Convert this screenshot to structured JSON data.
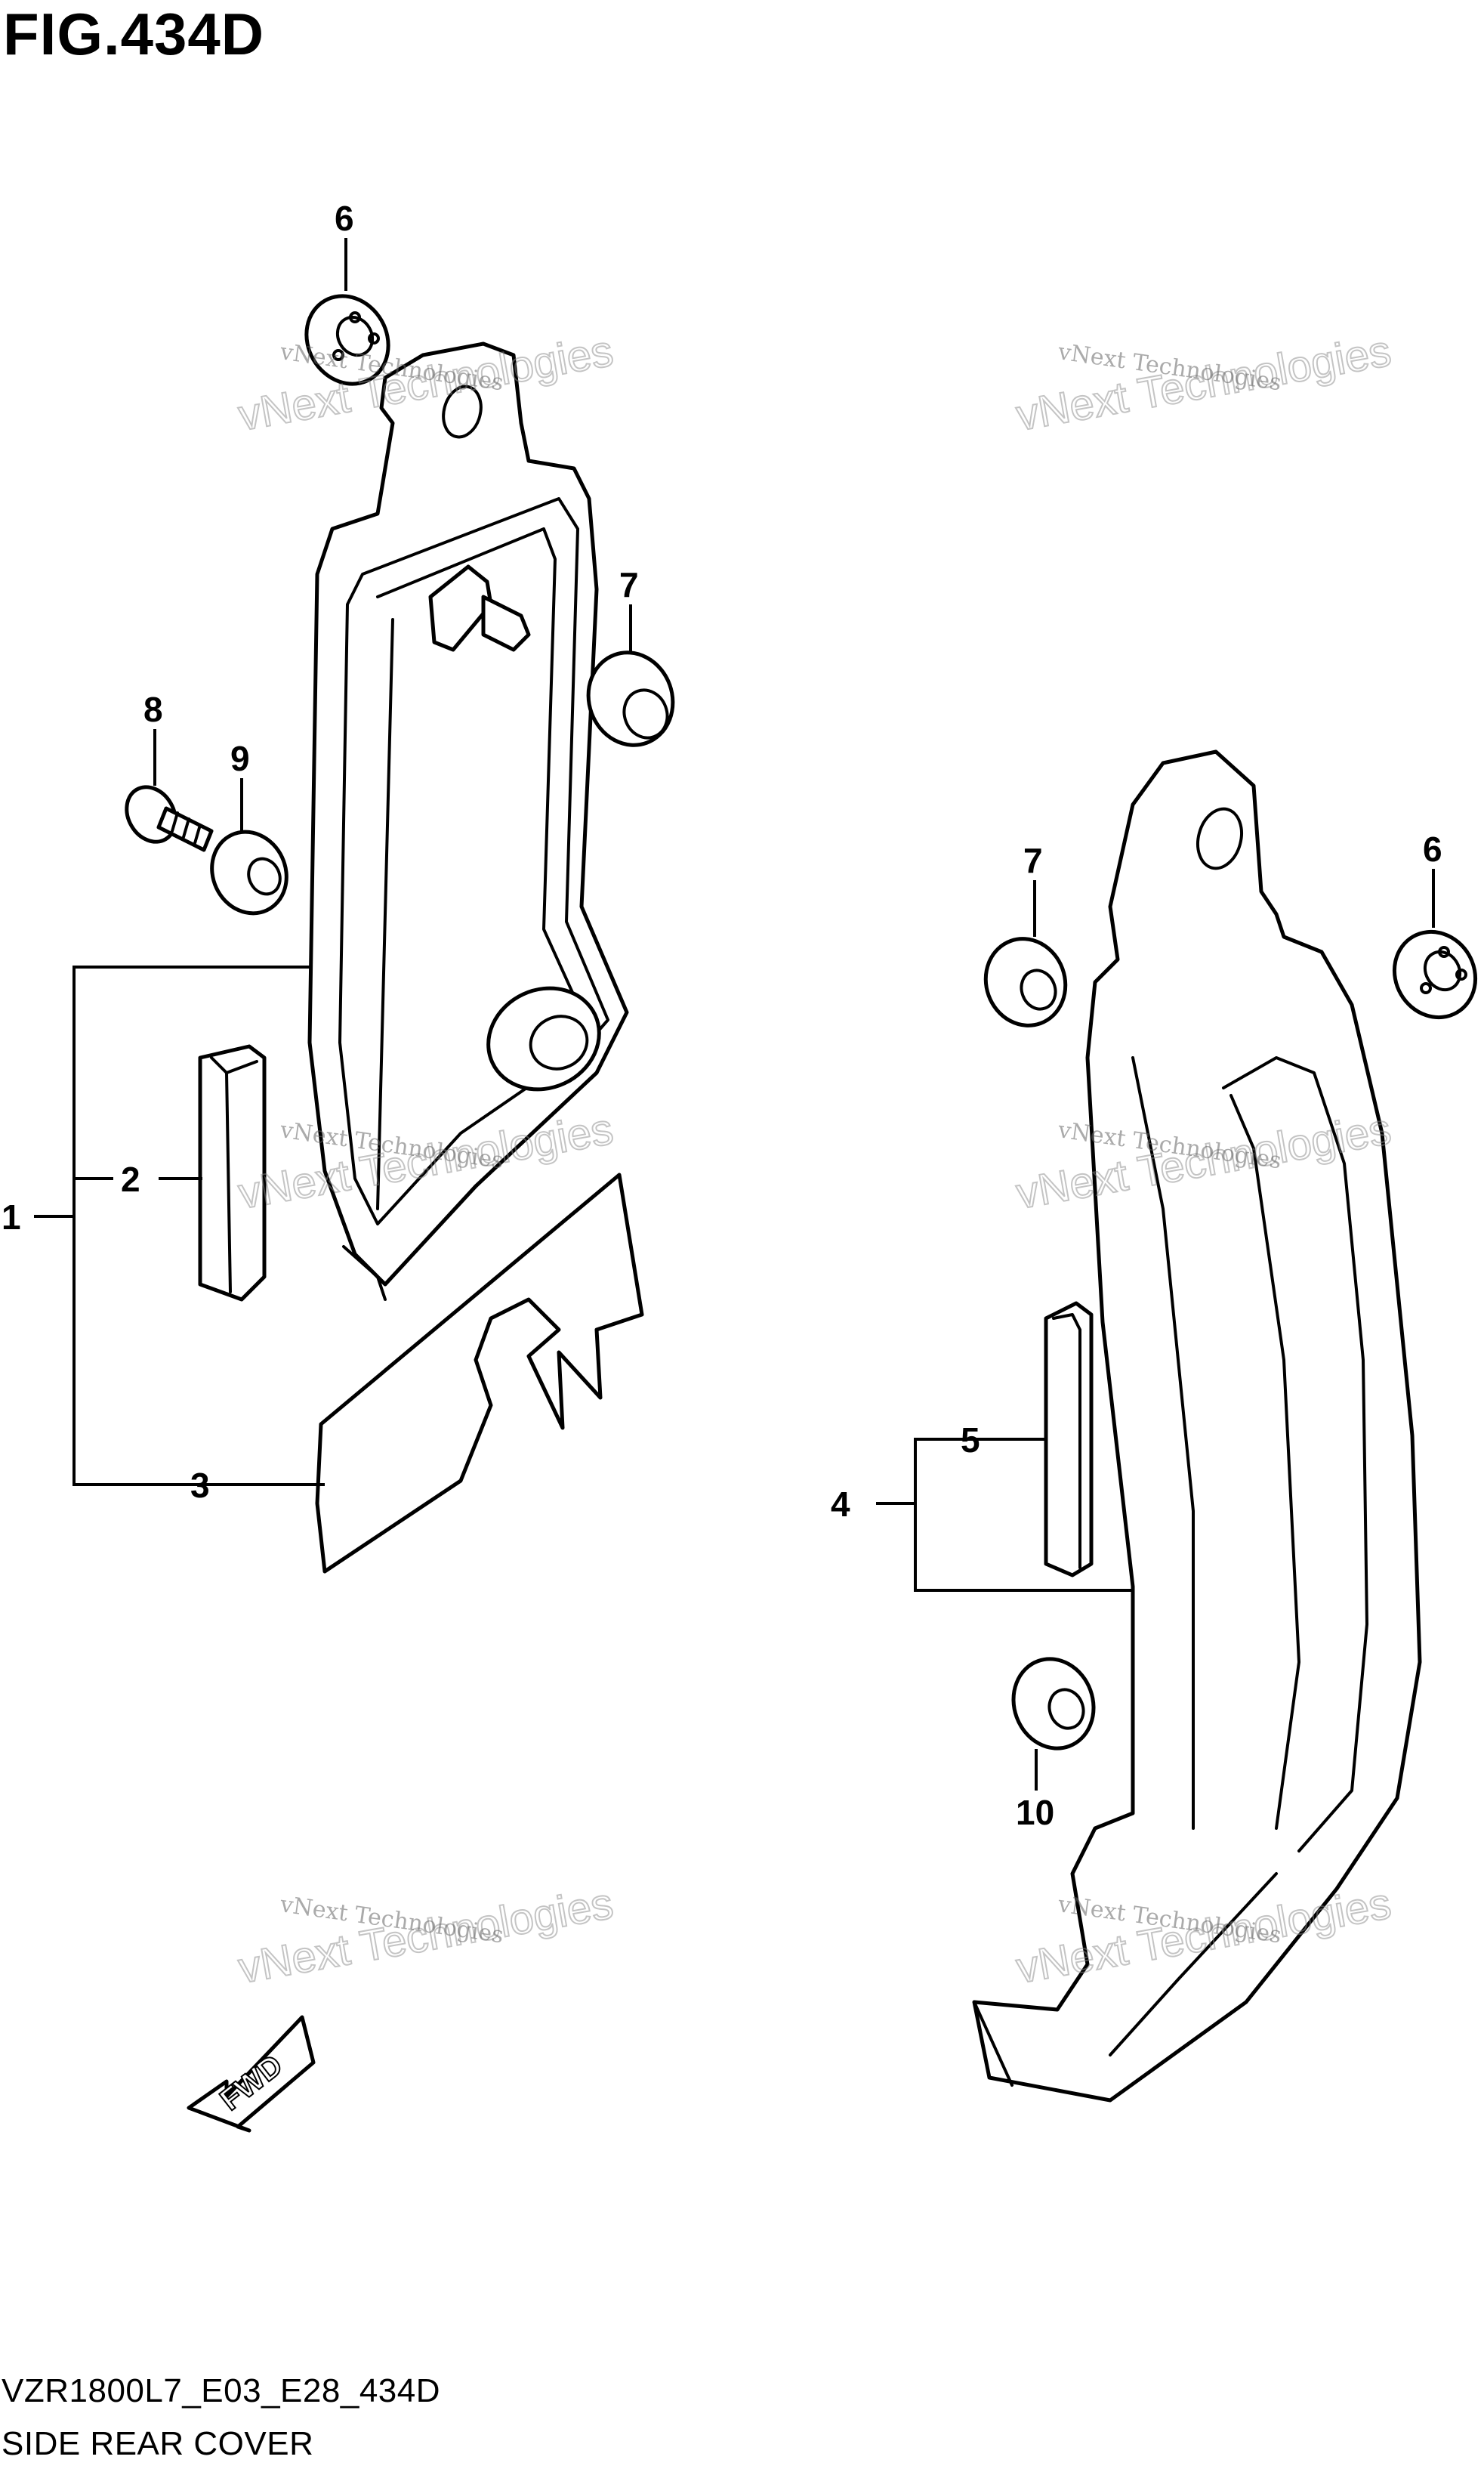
{
  "figure": {
    "title": "FIG.434D",
    "code": "VZR1800L7_E03_E28_434D",
    "name": "SIDE REAR COVER"
  },
  "callouts": {
    "c1": "1",
    "c2": "2",
    "c3": "3",
    "c4": "4",
    "c5": "5",
    "c6a": "6",
    "c6b": "6",
    "c7a": "7",
    "c7b": "7",
    "c8": "8",
    "c9": "9",
    "c10": "10"
  },
  "watermark": {
    "small": "vNext Technologies",
    "large": "vNext Technologies"
  },
  "fwd_label": "FWD"
}
